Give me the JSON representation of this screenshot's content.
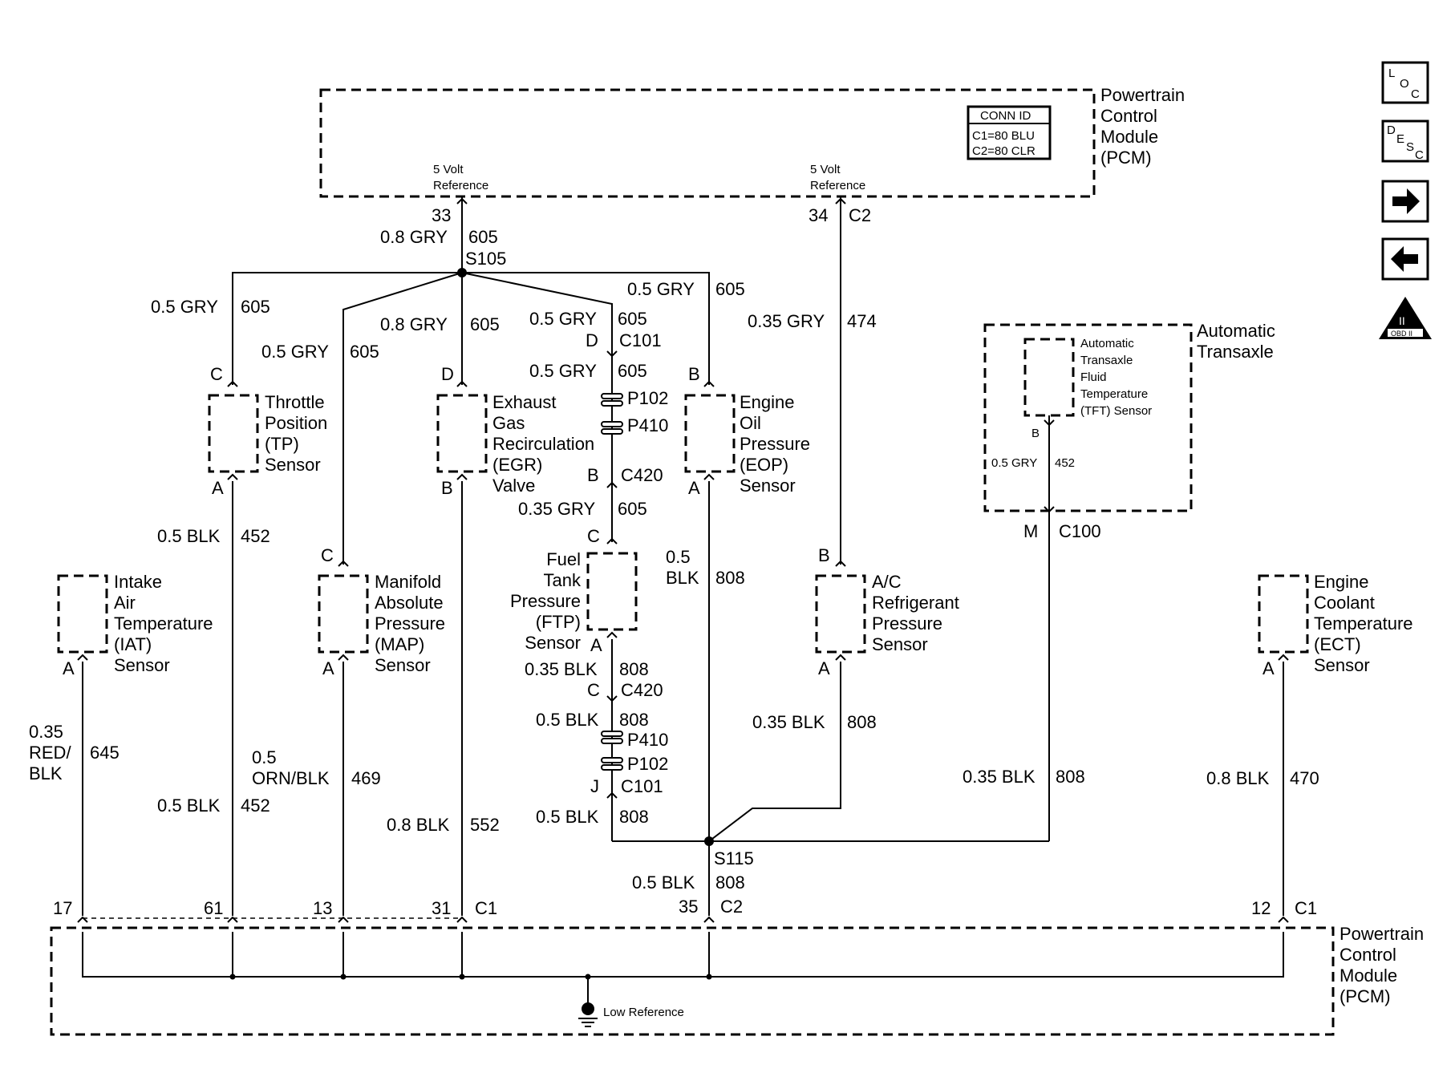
{
  "pcm_top": {
    "name": [
      "Powertrain",
      "Control",
      "Module",
      "(PCM)"
    ],
    "conn_id_title": "CONN ID",
    "conn_c1": "C1=80 BLU",
    "conn_c2": "C2=80 CLR",
    "ref_left": [
      "5 Volt",
      "Reference"
    ],
    "ref_right": [
      "5 Volt",
      "Reference"
    ]
  },
  "pcm_bottom": {
    "name": [
      "Powertrain",
      "Control",
      "Module",
      "(PCM)"
    ],
    "low_reference": "Low Reference"
  },
  "nav_icons": {
    "loc": [
      "L",
      "O",
      "C"
    ],
    "desc": [
      "D",
      "E",
      "S",
      "C"
    ],
    "obd": "OBD II",
    "obd_roman": "II"
  },
  "trans": {
    "name": [
      "Automatic",
      "Transaxle"
    ],
    "tft": [
      "Automatic",
      "Transaxle",
      "Fluid",
      "Temperature",
      "(TFT) Sensor"
    ],
    "pin_b": "B",
    "wire": "0.5 GRY",
    "circuit": "452",
    "pin_m": "M",
    "conn": "C100"
  },
  "sensors": {
    "tp": [
      "Throttle",
      "Position",
      "(TP)",
      "Sensor"
    ],
    "egr": [
      "Exhaust",
      "Gas",
      "Recirculation",
      "(EGR)",
      "Valve"
    ],
    "eop": [
      "Engine",
      "Oil",
      "Pressure",
      "(EOP)",
      "Sensor"
    ],
    "iat": [
      "Intake",
      "Air",
      "Temperature",
      "(IAT)",
      "Sensor"
    ],
    "map": [
      "Manifold",
      "Absolute",
      "Pressure",
      "(MAP)",
      "Sensor"
    ],
    "ftp": [
      "Fuel",
      "Tank",
      "Pressure",
      "(FTP)",
      "Sensor"
    ],
    "ac": [
      "A/C",
      "Refrigerant",
      "Pressure",
      "Sensor"
    ],
    "ect": [
      "Engine",
      "Coolant",
      "Temperature",
      "(ECT)",
      "Sensor"
    ]
  },
  "labels": {
    "p33": "33",
    "w08gry": "0.8 GRY",
    "c605": "605",
    "s105": "S105",
    "p34": "34",
    "c2": "C2",
    "w035gry": "0.35 GRY",
    "c474": "474",
    "w05gry": "0.5 GRY",
    "w035gry2": "0.35 GRY",
    "pinC": "C",
    "pinD": "D",
    "pinB": "B",
    "pinA": "A",
    "pinJ": "J",
    "c101": "C101",
    "p102": "P102",
    "p410": "P410",
    "c420": "C420",
    "w05blk": "0.5 BLK",
    "c452": "452",
    "w05blk2": "0.5",
    "w05blk2b": "BLK",
    "c808": "808",
    "w035blk": "0.35 BLK",
    "w035red": [
      "0.35",
      "RED/",
      "BLK"
    ],
    "c645": "645",
    "w05orn": [
      "0.5",
      "ORN/BLK"
    ],
    "c469": "469",
    "w08blk": "0.8 BLK",
    "c552": "552",
    "c470": "470",
    "s115": "S115",
    "p17": "17",
    "p61": "61",
    "p13": "13",
    "p31": "31",
    "c1": "C1",
    "p35": "35",
    "p12": "12"
  }
}
